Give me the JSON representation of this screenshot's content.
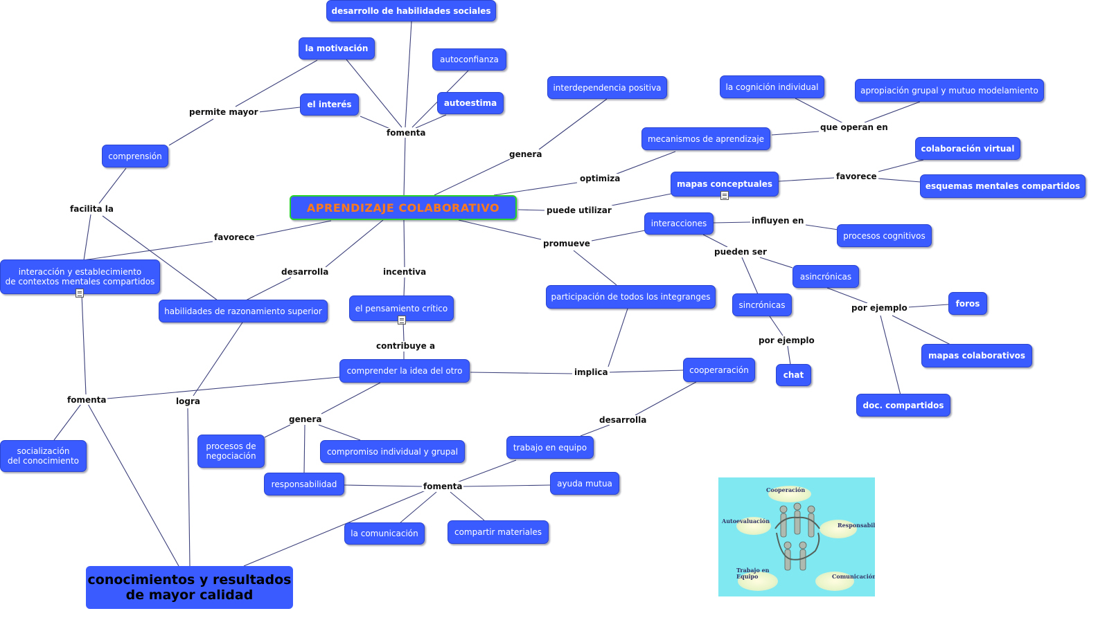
{
  "diagram": {
    "central": "APRENDIZAJE COLABORATIVO",
    "nodes": {
      "des_hab": "desarrollo de habilidades sociales",
      "motivacion": "la motivación",
      "autoconfianza": "autoconfianza",
      "interes": "el interés",
      "autoestima": "autoestima",
      "comprension": "comprensión",
      "interdependencia": "interdependencia positiva",
      "cognicion": "la cognición individual",
      "apropiacion": "apropiación grupal y mutuo modelamiento",
      "mecanismos": "mecanismos de aprendizaje",
      "colab_virtual": "colaboración virtual",
      "mapas": "mapas conceptuales",
      "esquemas": "esquemas mentales compartidos",
      "interacciones": "interacciones",
      "procesos_cog": "procesos cognitivos",
      "interaccion_est": "interacción y establecimiento\nde contextos mentales compartidos",
      "hab_razon": "habilidades de razonamiento superior",
      "pensamiento": "el pensamiento crítico",
      "participacion": "participación de todos los integranges",
      "asincronicas": "asincrónicas",
      "sincronicas": "sincrónicas",
      "foros": "foros",
      "mapas_colab": "mapas colaborativos",
      "chat": "chat",
      "doc_comp": "doc. compartidos",
      "comprender": "comprender la idea del otro",
      "cooperacion": "cooperaración",
      "socializacion": "socialización\ndel conocimiento",
      "procesos_neg": "procesos de\nnegociación",
      "compromiso": "compromiso individual y grupal",
      "trabajo": "trabajo en equipo",
      "responsabilidad": "responsabilidad",
      "ayuda": "ayuda mutua",
      "comunicacion": "la comunicación",
      "compartir": "compartir materiales",
      "conocimientos": "conocimientos y resultados\nde mayor calidad"
    },
    "links": {
      "fomenta_top": "fomenta",
      "permite_mayor": "permite mayor",
      "facilita_la": "facilita la",
      "genera_top": "genera",
      "optimiza": "optimiza",
      "que_operan": "que operan en",
      "favorece_right": "favorece",
      "puede_utilizar": "puede utilizar",
      "favorece_left": "favorece",
      "desarrolla_mid": "desarrolla",
      "incentiva": "incentiva",
      "promueve": "promueve",
      "influyen_en": "influyen en",
      "pueden_ser": "pueden ser",
      "por_ejemplo_1": "por ejemplo",
      "por_ejemplo_2": "por ejemplo",
      "contribuye_a": "contribuye a",
      "implica": "implica",
      "fomenta_left": "fomenta",
      "logra": "logra",
      "genera_bottom": "genera",
      "desarrolla_bottom": "desarrolla",
      "fomenta_bottom": "fomenta"
    },
    "picture_labels": {
      "cooperacion": "Cooperación",
      "autoevaluacion": "Autoevaluación",
      "responsabilidad": "Responsabilidad",
      "trabajo": "Trabajo en\nEquipo",
      "comunicacion": "Comunicación"
    },
    "colors": {
      "node_fill": "#3a5bff",
      "central_text": "#ff7a1a",
      "central_border": "#29d429",
      "link_line": "#3b3f7a"
    }
  }
}
